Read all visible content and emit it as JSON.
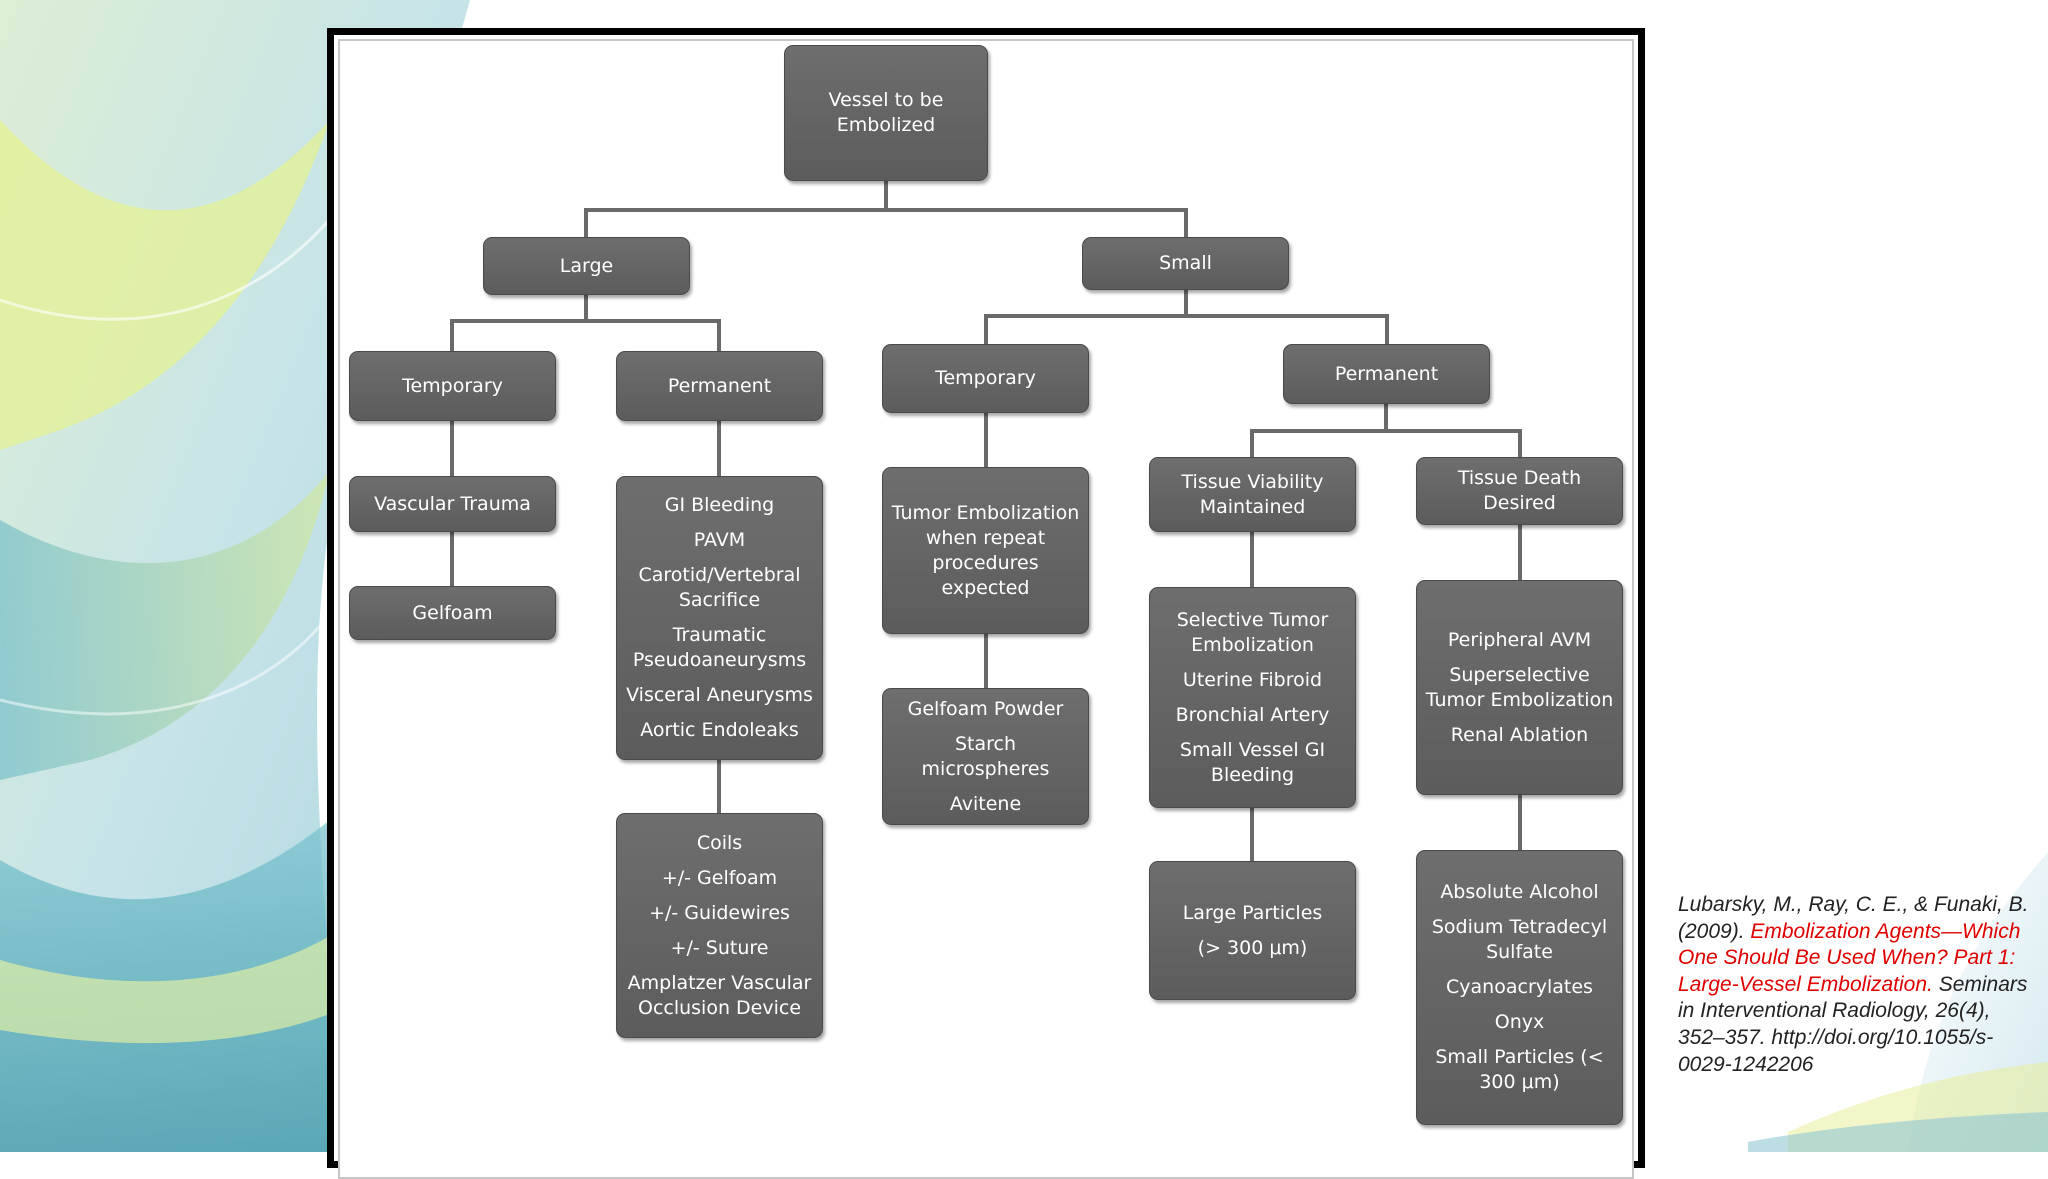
{
  "nodes": {
    "root": "Vessel to be Embolized",
    "large": "Large",
    "small": "Small",
    "large_temporary": "Temporary",
    "large_permanent": "Permanent",
    "small_temporary": "Temporary",
    "small_permanent": "Permanent",
    "vascular_trauma": "Vascular Trauma",
    "gelfoam": "Gelfoam",
    "gi_bleeding": "GI Bleeding",
    "pavm": "PAVM",
    "carotid": "Carotid/Vertebral Sacrifice",
    "traumatic": "Traumatic Pseudoaneurysms",
    "visceral": "Visceral Aneurysms",
    "aortic": "Aortic  Endoleaks",
    "coils": "Coils",
    "plus_gelfoam": "+/- Gelfoam",
    "plus_guidewires": "+/- Guidewires",
    "plus_suture": "+/- Suture",
    "amplatzer": "Amplatzer Vascular Occlusion Device",
    "tumor_embo": "Tumor Embolization when repeat procedures expected",
    "gelfoam_powder": "Gelfoam  Powder",
    "starch": "Starch microspheres",
    "avitene": "Avitene",
    "tissue_viability": "Tissue Viability Maintained",
    "tissue_death": "Tissue Death Desired",
    "selective_tumor": "Selective Tumor Embolization",
    "uterine": "Uterine Fibroid",
    "bronchial": "Bronchial Artery",
    "small_vessel_gi": "Small Vessel GI Bleeding",
    "large_particles": "Large Particles",
    "large_particles_size": "(> 300 μm)",
    "peripheral_avm": "Peripheral AVM",
    "superselective": "Superselective Tumor Embolization",
    "renal_ablation": "Renal Ablation",
    "absolute_alcohol": "Absolute Alcohol",
    "sodium": "Sodium Tetradecyl Sulfate",
    "cyano": "Cyanoacrylates",
    "onyx": "Onyx",
    "small_particles": "Small Particles (< 300 μm)"
  },
  "citation": {
    "authors": "Lubarsky, M., Ray, C. E., & Funaki, B. (2009). ",
    "title": "Embolization Agents—Which One Should Be Used When? Part 1: Large-Vessel Embolization.",
    "source": " Seminars in Interventional Radiology, 26(4), 352–357. http://doi.org/10.1055/s-0029-1242206"
  },
  "colors": {
    "node_fill": "#636363",
    "connector": "#6a6a6a",
    "citation_link": "#e00000"
  }
}
